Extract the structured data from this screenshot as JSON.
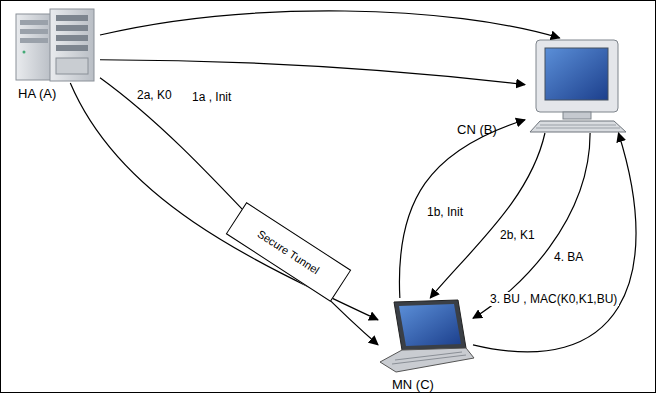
{
  "diagram": {
    "nodes": [
      {
        "text": [
          "HA (A)"
        ]
      },
      {
        "text": [
          "CN (B)"
        ]
      },
      {
        "text": [
          "Secure Tunnel"
        ]
      },
      {
        "text": [
          "MN (C)"
        ]
      }
    ],
    "edges": [
      {
        "from": 0,
        "to": 1,
        "label": "2a, K0",
        "arrow": "to"
      },
      {
        "from": 0,
        "to": 1,
        "label": "1a , Init",
        "arrow": "to"
      },
      {
        "from": 0,
        "to": 3,
        "arrow": "to"
      },
      {
        "from": 0,
        "to": 3,
        "arrow": "to"
      },
      {
        "from": 3,
        "to": 1,
        "label": "1b, Init",
        "arrow": "to"
      },
      {
        "from": 1,
        "to": 3,
        "label": "2b, K1",
        "arrow": "to"
      },
      {
        "from": 3,
        "to": 1,
        "label": "3. BU , MAC(K0,K1,BU)",
        "arrow": "to"
      },
      {
        "from": 1,
        "to": 3,
        "label": "4. BA",
        "arrow": "to"
      }
    ]
  }
}
